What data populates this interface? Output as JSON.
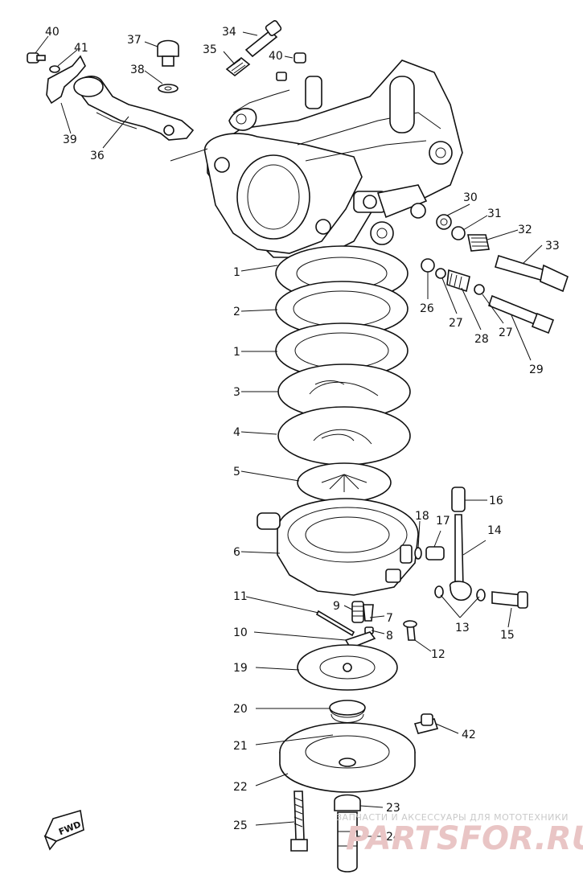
{
  "diagram": {
    "callouts": [
      "1",
      "1",
      "2",
      "3",
      "4",
      "5",
      "6",
      "7",
      "8",
      "9",
      "10",
      "11",
      "12",
      "13",
      "14",
      "15",
      "16",
      "17",
      "18",
      "19",
      "20",
      "21",
      "22",
      "23",
      "24",
      "25",
      "26",
      "27",
      "27",
      "28",
      "29",
      "30",
      "31",
      "32",
      "33",
      "34",
      "35",
      "36",
      "37",
      "38",
      "39",
      "40",
      "40",
      "41",
      "42"
    ],
    "direction_badge": "FWD"
  },
  "watermark": {
    "tagline": "ЗАПЧАСТИ И АКСЕССУАРЫ ДЛЯ МОТОТЕХНИКИ",
    "brand": "PARTSFOR.RU"
  }
}
